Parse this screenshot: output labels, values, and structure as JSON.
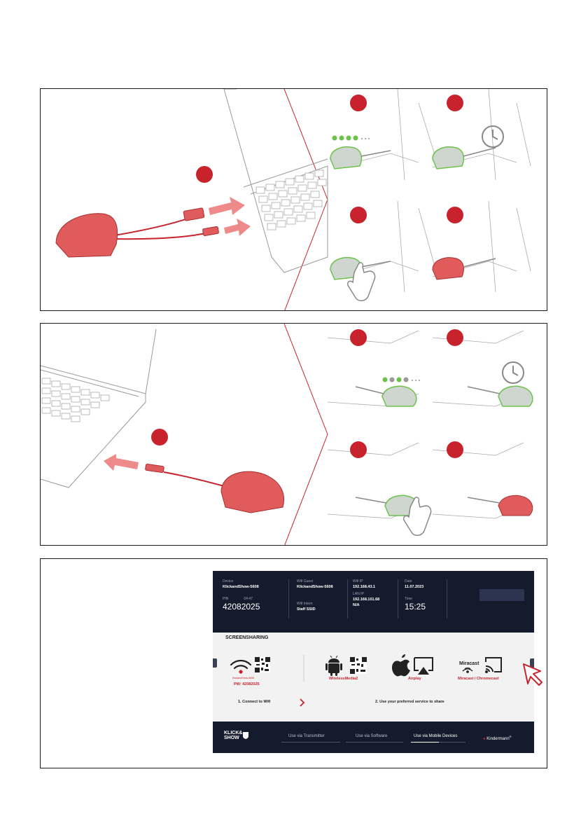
{
  "colors": {
    "accent": "#c8232c",
    "dongle_red": "#e05b5b",
    "led_green": "#6cc24a",
    "screen_dark": "#141b2d"
  },
  "icons": [
    "clock-icon",
    "hand-press-icon",
    "arrow-icon",
    "wifi-icon",
    "qr-code-icon",
    "android-icon",
    "apple-icon",
    "airplay-icon",
    "cast-icon",
    "cursor-icon"
  ],
  "screen": {
    "device": {
      "label": "Device",
      "value": "KlickandShow-5608"
    },
    "pin": {
      "label": "PIN",
      "timer": "04:47",
      "value": "42082025"
    },
    "wifi_guest": {
      "label": "Wifi Guest",
      "value": "KlickandShow-5608"
    },
    "wifi_intern": {
      "label": "Wifi Intern",
      "value": "Staff SSID"
    },
    "wifi_ip": {
      "label": "Wifi IP",
      "value": "192.168.43.1"
    },
    "lan_ip": {
      "label": "LAN IP",
      "value": "192.168.101.68"
    },
    "lan_extra": "N/A",
    "date": {
      "label": "Date",
      "value": "11.07.2023"
    },
    "time": {
      "label": "Time",
      "value": "15:25"
    },
    "title": "SCREENSHARING",
    "wifi_pw": "PW: 42082025",
    "wifi_ssid_small": "KlickandShow-5608",
    "service_android": "WirelessMedia2",
    "service_apple": "Airplay",
    "service_cast": "Miracast / Chromecast",
    "miracast_text": "Miracast",
    "step1": "1. Connect to Wifi",
    "step2": "2. Use your preferred service to share",
    "tabs": [
      "Use via Transmitter",
      "Use via Software",
      "Use via Mobile Devices"
    ],
    "logo_line1": "KLICK&",
    "logo_line2": "SHOW",
    "brand": "Kindermann"
  }
}
